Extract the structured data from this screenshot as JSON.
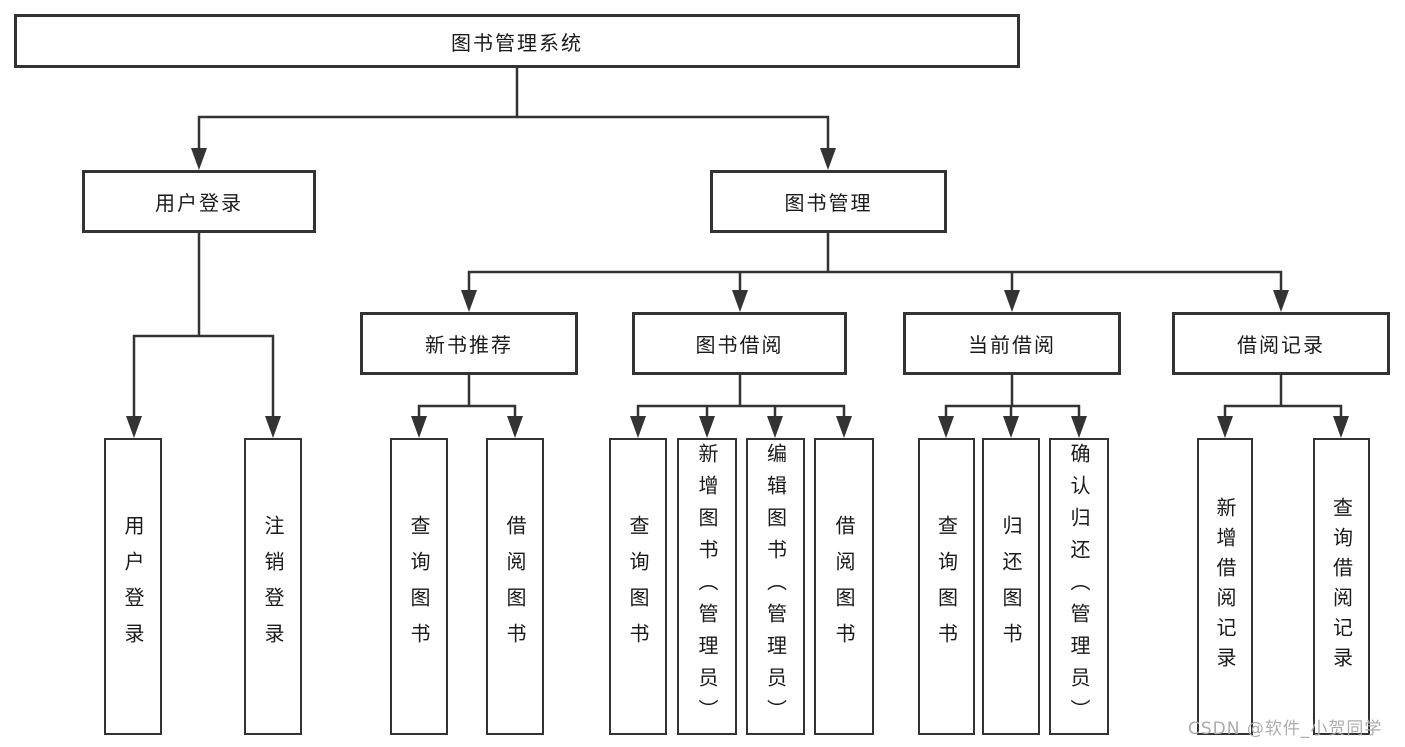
{
  "colors": {
    "line": "#333333",
    "box_border": "#333333",
    "text": "#1a1a1a",
    "background": "#ffffff",
    "watermark": "#adadad"
  },
  "tree": {
    "root": {
      "id": "library-management-system",
      "label": "图书管理系统"
    },
    "level2": [
      {
        "id": "user-login",
        "label": "用户登录",
        "parent": "图书管理系统"
      },
      {
        "id": "book-management",
        "label": "图书管理",
        "parent": "图书管理系统"
      }
    ],
    "level3": [
      {
        "id": "new-book-recommendation",
        "label": "新书推荐",
        "parent": "图书管理"
      },
      {
        "id": "book-borrowing",
        "label": "图书借阅",
        "parent": "图书管理"
      },
      {
        "id": "current-borrowing",
        "label": "当前借阅",
        "parent": "图书管理"
      },
      {
        "id": "borrowing-records",
        "label": "借阅记录",
        "parent": "图书管理"
      }
    ],
    "level4": [
      {
        "id": "leaf-user-login",
        "label": "用户登录",
        "parent": "用户登录"
      },
      {
        "id": "leaf-logout",
        "label": "注销登录",
        "parent": "用户登录"
      },
      {
        "id": "leaf-query-books-recommend",
        "label": "查询图书",
        "parent": "新书推荐"
      },
      {
        "id": "leaf-borrow-books-recommend",
        "label": "借阅图书",
        "parent": "新书推荐"
      },
      {
        "id": "leaf-query-books-borrowing",
        "label": "查询图书",
        "parent": "图书借阅"
      },
      {
        "id": "leaf-add-books-admin",
        "label": "新增图书（管理员）",
        "parent": "图书借阅"
      },
      {
        "id": "leaf-edit-books-admin",
        "label": "编辑图书（管理员）",
        "parent": "图书借阅"
      },
      {
        "id": "leaf-borrow-books-borrowing",
        "label": "借阅图书",
        "parent": "图书借阅"
      },
      {
        "id": "leaf-query-books-current",
        "label": "查询图书",
        "parent": "当前借阅"
      },
      {
        "id": "leaf-return-books",
        "label": "归还图书",
        "parent": "当前借阅"
      },
      {
        "id": "leaf-confirm-return-admin",
        "label": "确认归还（管理员）",
        "parent": "当前借阅"
      },
      {
        "id": "leaf-add-borrow-record",
        "label": "新增借阅记录",
        "parent": "借阅记录"
      },
      {
        "id": "leaf-query-borrow-record",
        "label": "查询借阅记录",
        "parent": "借阅记录"
      }
    ]
  },
  "watermark": {
    "text": "CSDN @软件_小贺同学"
  }
}
